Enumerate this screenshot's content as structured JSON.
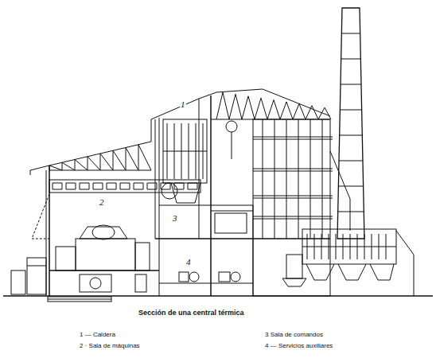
{
  "diagram": {
    "caption": "Sección de una central térmica",
    "labels": [
      "1",
      "2",
      "3",
      "4"
    ],
    "legend": [
      {
        "text": "1 — Caldera"
      },
      {
        "text": "2 · Sala de máquinas"
      },
      {
        "text": "3 Sala de comandos"
      },
      {
        "text": "4 — Servicios auxiliares"
      }
    ]
  }
}
